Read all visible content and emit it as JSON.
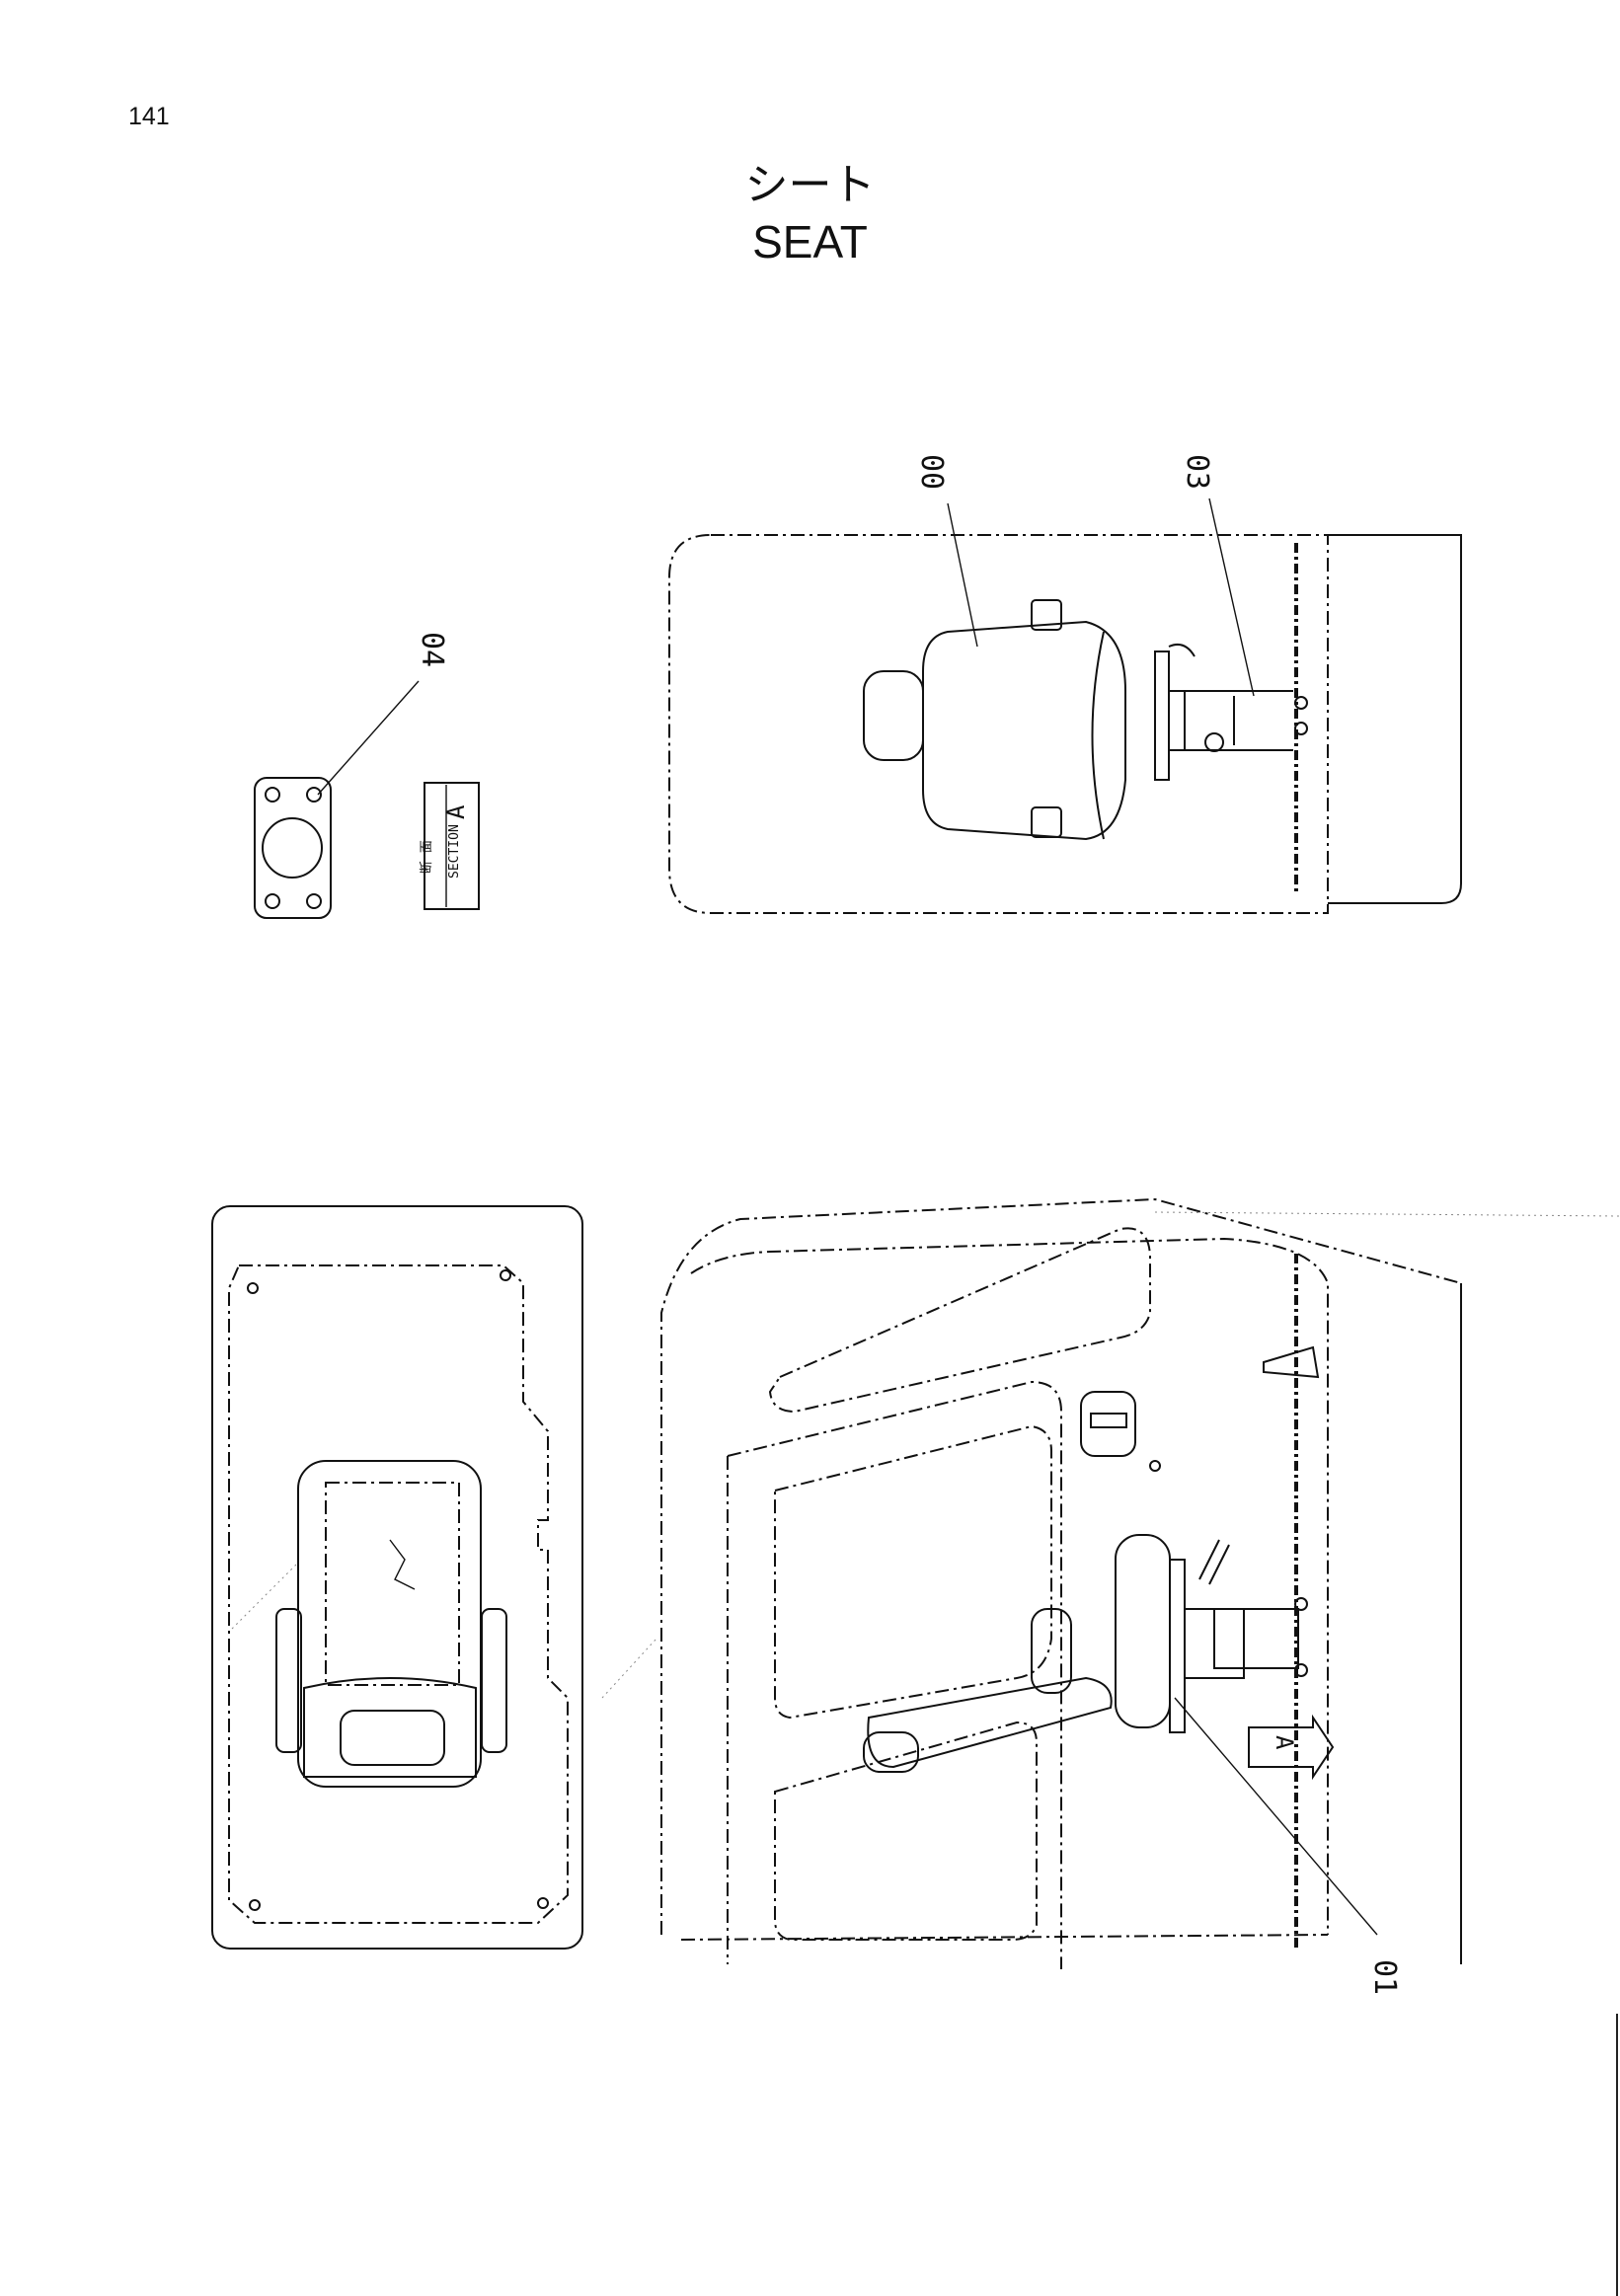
{
  "page": {
    "number": "141"
  },
  "title": {
    "japanese": "シート",
    "english": "SEAT"
  },
  "callouts": {
    "seat": "00",
    "seat_bracket": "01",
    "pedestal": "03",
    "plate": "04"
  },
  "section_label": {
    "kanji": "断 面",
    "text": "SECTION",
    "letter": "A"
  },
  "view_marker": "A"
}
